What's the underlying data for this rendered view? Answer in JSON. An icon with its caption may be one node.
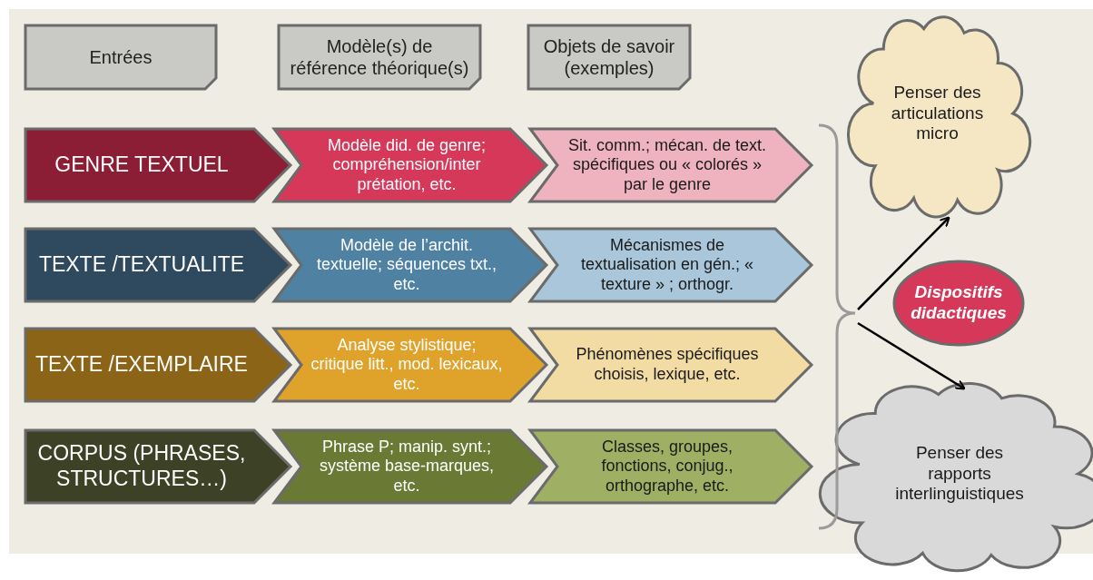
{
  "diagram": {
    "nodes": [
      {
        "text": [
          "Entrées"
        ]
      },
      {
        "text": [
          "Modèle(s) de référence théorique(s)"
        ]
      },
      {
        "text": [
          "Objets de savoir (exemples)"
        ]
      },
      {
        "text": [
          "GENRE TEXTUEL"
        ]
      },
      {
        "text": [
          "Modèle did. de genre; compréhension/inter prétation, etc."
        ]
      },
      {
        "text": [
          "Sit. comm.; mécan. de text. spécifiques ou « colorés » par le genre"
        ]
      },
      {
        "text": [
          "TEXTE /TEXTUALITE"
        ]
      },
      {
        "text": [
          "Modèle de l’archit. textuelle; séquences txt., etc."
        ]
      },
      {
        "text": [
          "Mécanismes de textualisation en gén.; « texture » ; orthogr."
        ]
      },
      {
        "text": [
          "TEXTE /EXEMPLAIRE"
        ]
      },
      {
        "text": [
          "Analyse stylistique; critique litt., mod. lexicaux, etc."
        ]
      },
      {
        "text": [
          "Phénomènes spécifiques choisis, lexique, etc."
        ]
      },
      {
        "text": [
          "CORPUS (PHRASES, STRUCTURES…)"
        ]
      },
      {
        "text": [
          "Phrase P; manip. synt.; système base-marques, etc."
        ]
      },
      {
        "text": [
          "Classes, groupes, fonctions, conjug., orthographe, etc."
        ]
      },
      {
        "text": [
          "Penser des articulations micro"
        ]
      },
      {
        "text": [
          "Dispositifs didactiques"
        ]
      },
      {
        "text": [
          "Penser des rapports interlinguistiques"
        ]
      },
      {
        "text": [],
        "shape": "bracket"
      }
    ],
    "edges": [
      {
        "from": 18,
        "to": 15,
        "arrow": "to"
      },
      {
        "from": 18,
        "to": 17,
        "arrow": "to"
      }
    ]
  }
}
